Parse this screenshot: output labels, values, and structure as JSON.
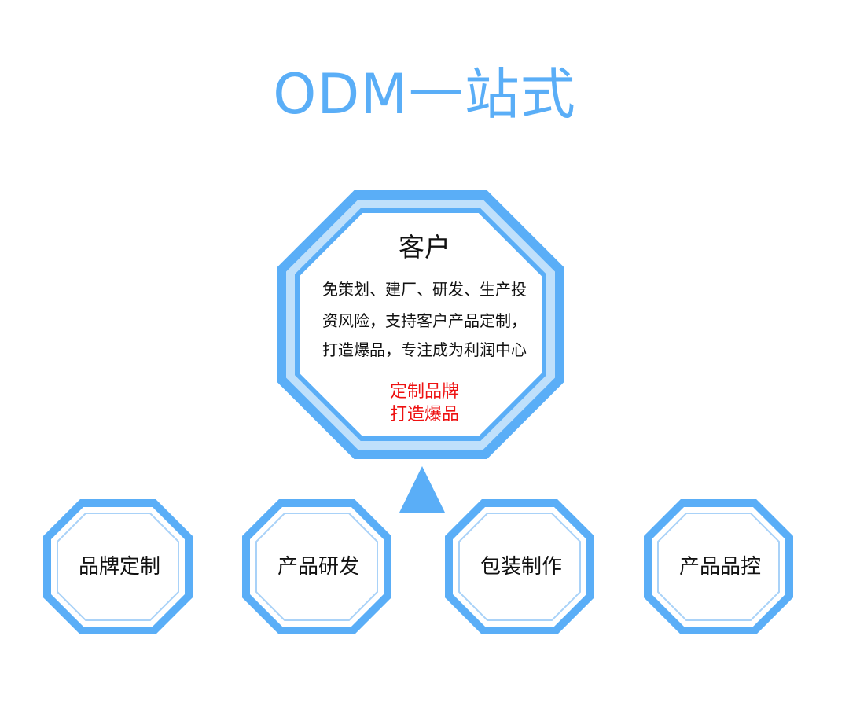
{
  "title": "ODM一站式",
  "colors": {
    "accent": "#5aaef7",
    "frame_light": "#bfe0fb",
    "body_text": "#111111",
    "slogan": "#ee1111"
  },
  "hub": {
    "heading": "客户",
    "body_lines": [
      "免策划、建厂、研发、生产投",
      "资风险，支持客户产品定制，",
      "打造爆品，专注成为利润中心"
    ],
    "slogan_lines": [
      "定制品牌",
      "打造爆品"
    ]
  },
  "nodes": [
    {
      "label": "品牌定制"
    },
    {
      "label": "产品研发"
    },
    {
      "label": "包装制作"
    },
    {
      "label": "产品品控"
    }
  ],
  "connector": {
    "icon": "up-triangle-arrow-icon",
    "direction": "up"
  }
}
